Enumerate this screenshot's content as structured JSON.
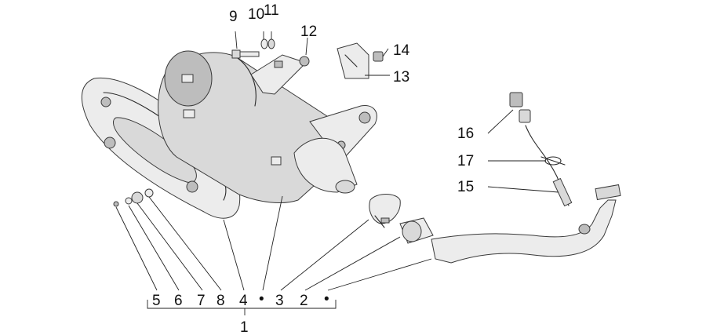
{
  "callouts": {
    "c1": "1",
    "c2": "2",
    "c3": "3",
    "c4": "4",
    "c5": "5",
    "c6": "6",
    "c7": "7",
    "c8": "8",
    "c9": "9",
    "c10": "10",
    "c11": "11",
    "c12": "12",
    "c13": "13",
    "c14": "14",
    "c15": "15",
    "c16": "16",
    "c17": "17"
  },
  "bullets": {
    "b1": "•",
    "b2": "•"
  }
}
